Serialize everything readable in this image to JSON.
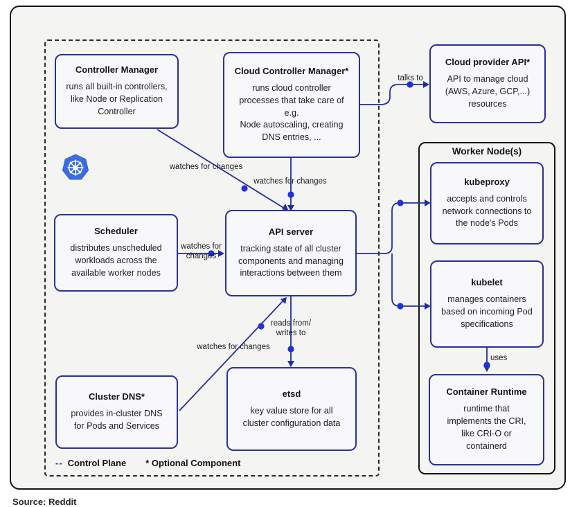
{
  "caption": "Source: Reddit",
  "legend": {
    "dashes": "--",
    "control_plane": "Control Plane",
    "optional_component": "* Optional Component"
  },
  "groups": {
    "worker_node": "Worker Node(s)"
  },
  "nodes": {
    "controller_manager": {
      "title": "Controller Manager",
      "body": [
        "runs all built-in controllers,",
        "like Node or Replication",
        "Controller"
      ]
    },
    "cloud_controller_manager": {
      "title": "Cloud Controller Manager*",
      "body": [
        "runs cloud controller",
        "processes that take care of",
        "e.g.",
        "Node autoscaling, creating",
        "DNS entries, ..."
      ]
    },
    "cloud_provider_api": {
      "title": "Cloud provider API*",
      "body": [
        "API to manage cloud",
        "(AWS, Azure, GCP,...)",
        "resources"
      ]
    },
    "scheduler": {
      "title": "Scheduler",
      "body": [
        "distributes unscheduled",
        "workloads across the",
        "available worker nodes"
      ]
    },
    "api_server": {
      "title": "API server",
      "body": [
        "tracking state of all cluster",
        "components and managing",
        "interactions between them"
      ]
    },
    "cluster_dns": {
      "title": "Cluster DNS*",
      "body": [
        "provides in-cluster DNS",
        "for Pods and Services"
      ]
    },
    "etsd": {
      "title": "etsd",
      "body": [
        "key value store for all",
        "cluster configuration data"
      ]
    },
    "kubeproxy": {
      "title": "kubeproxy",
      "body": [
        "accepts and controls",
        "network connections to",
        "the node's Pods"
      ]
    },
    "kubelet": {
      "title": "kubelet",
      "body": [
        "manages containers",
        "based on incoming Pod",
        "specifications"
      ]
    },
    "container_runtime": {
      "title": "Container Runtime",
      "body": [
        "runtime that",
        "implements the CRI,",
        "like CRI-O or",
        "containerd"
      ]
    }
  },
  "edge_labels": {
    "talks_to": "talks to",
    "cm_watches": "watches for changes",
    "ccm_watches": "watches for changes",
    "scheduler_watches": [
      "watches for",
      "changes"
    ],
    "reads_writes": [
      "reads from/",
      "writes to"
    ],
    "dns_watches": "watches for changes",
    "uses": "uses"
  },
  "colors": {
    "frame_border": "#141414",
    "node_border": "#2b2f9e",
    "edge_line": "#232c9f",
    "edge_dot": "#2231d6",
    "logo_blue": "#3a6de4",
    "frame_fill": "#f4f4f2",
    "node_fill": "#f8f8fa"
  }
}
